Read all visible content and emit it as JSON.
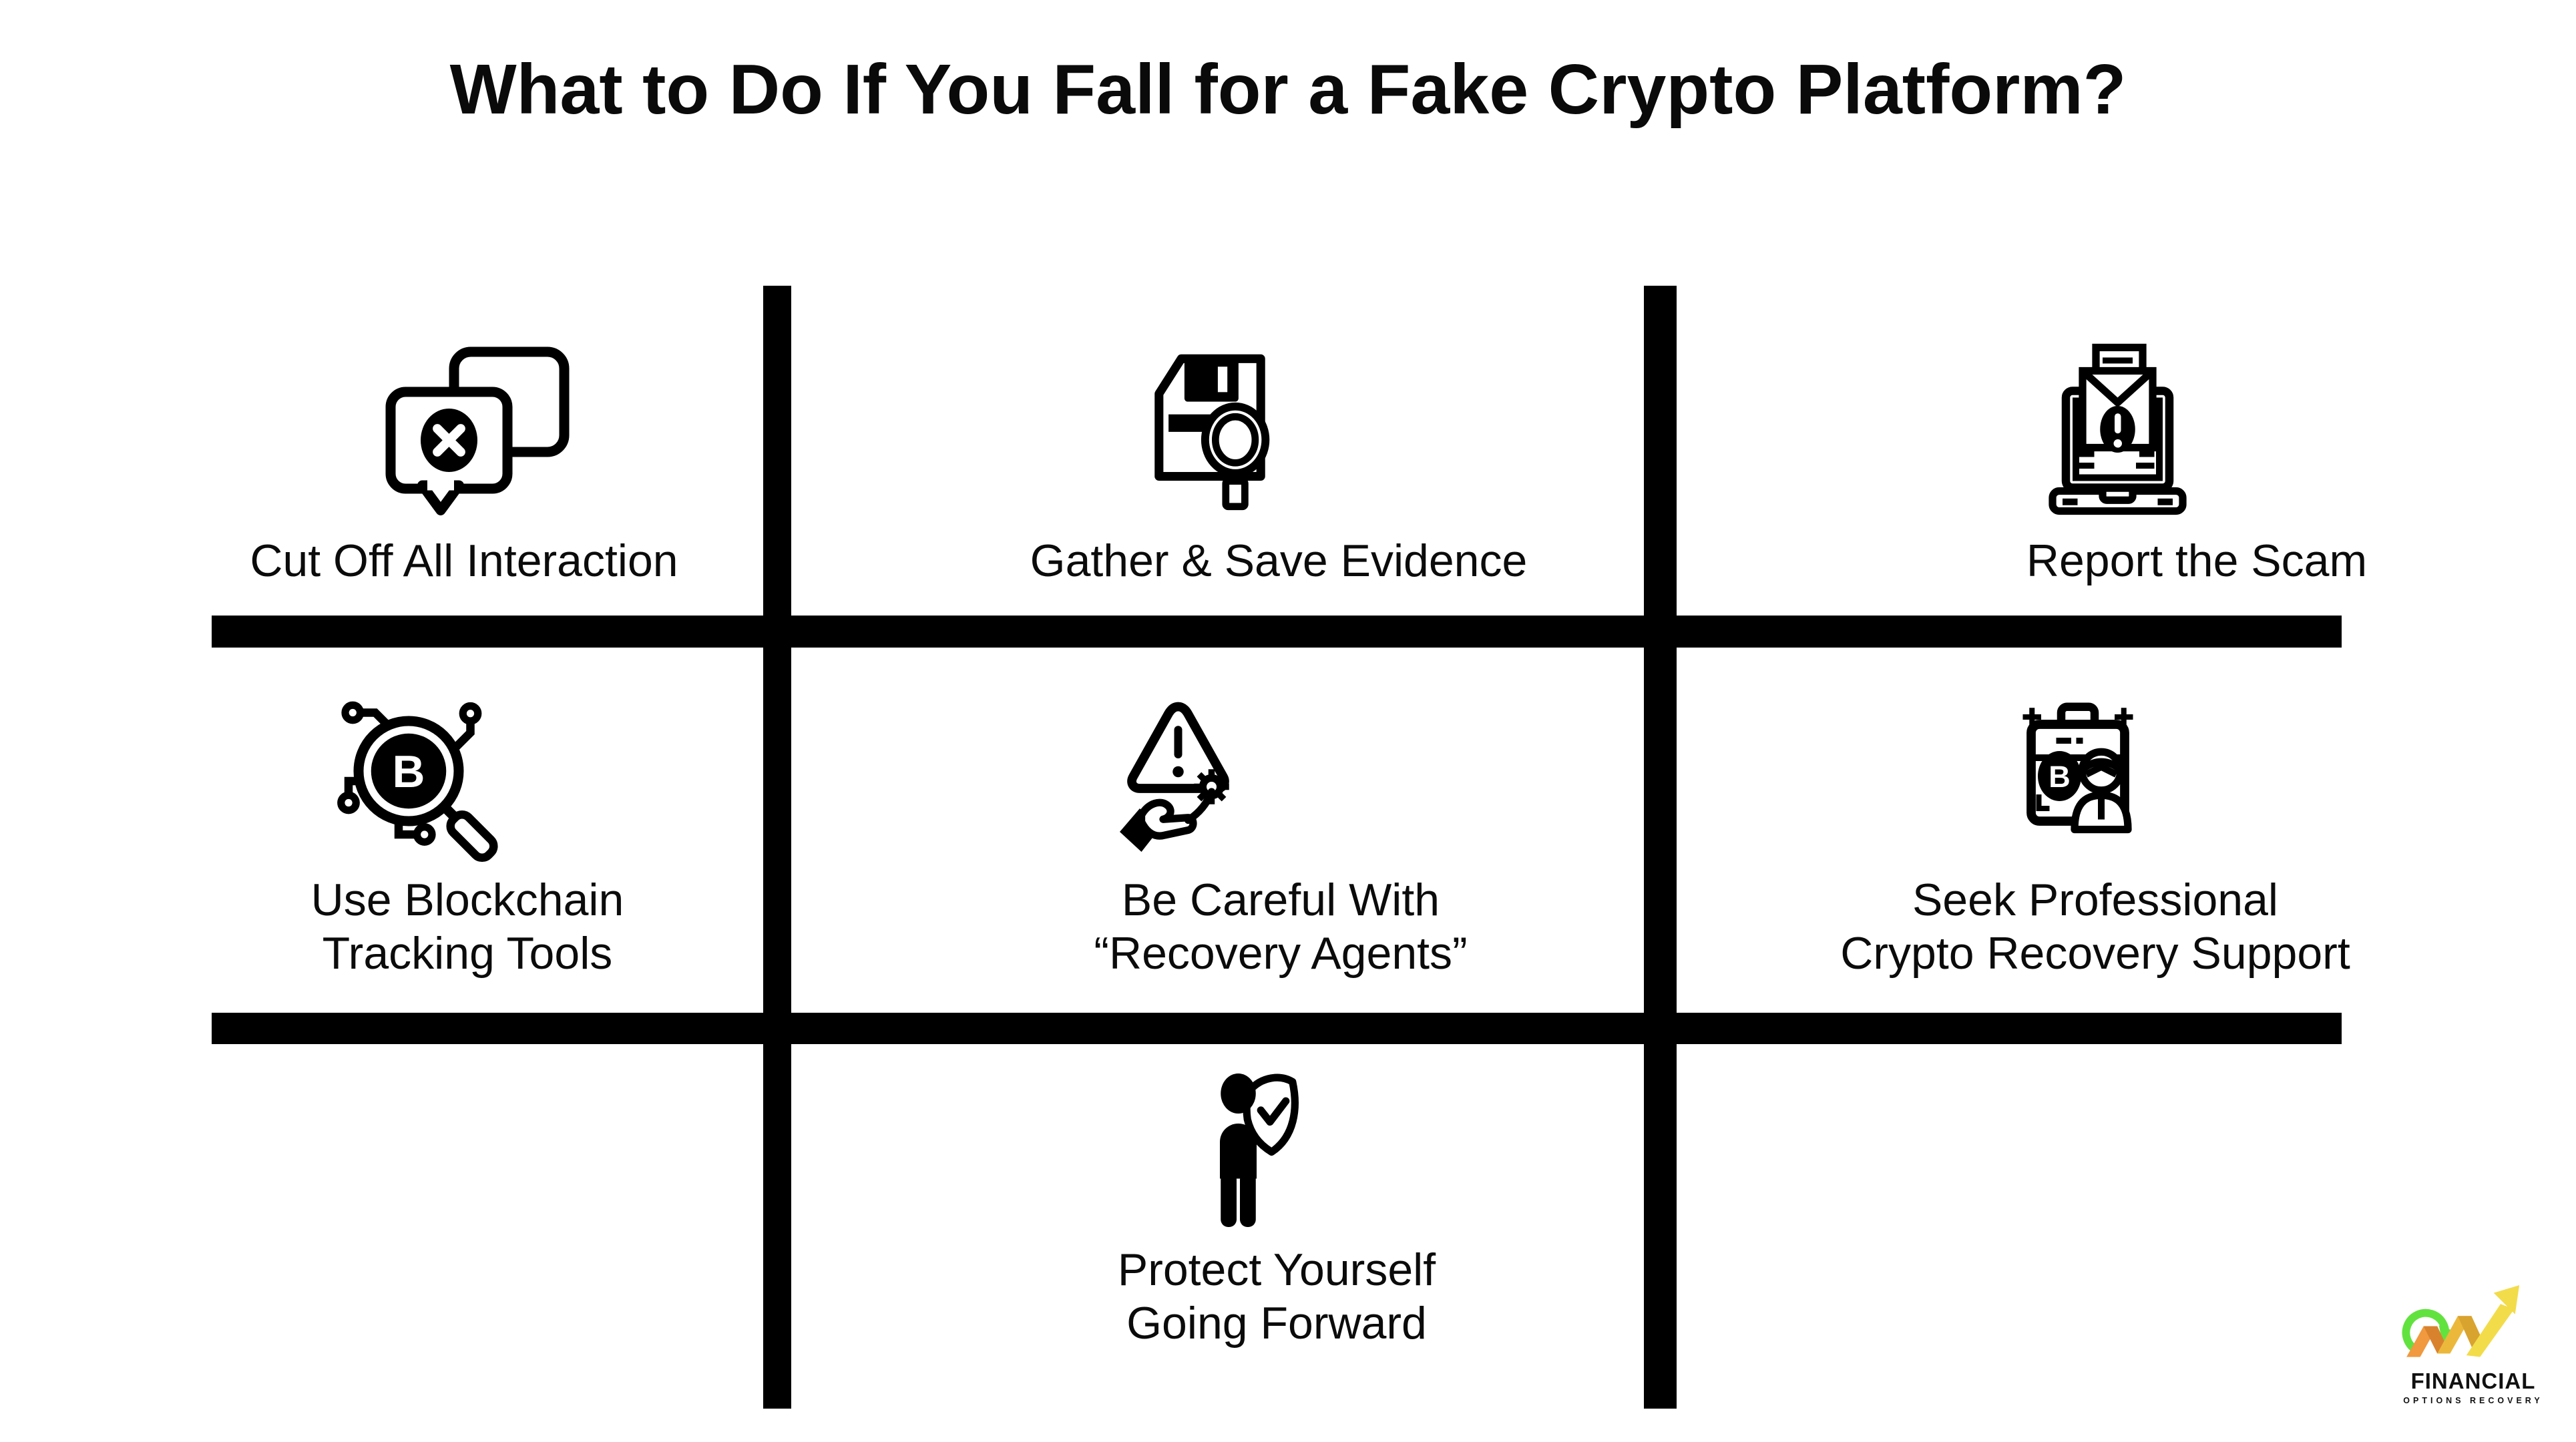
{
  "title": "What to Do If You Fall for a Fake Crypto Platform?",
  "cells": [
    {
      "icon": "blocked-chat-icon",
      "lines": [
        "Cut Off All Interaction"
      ]
    },
    {
      "icon": "floppy-search-icon",
      "lines": [
        "Gather & Save Evidence"
      ]
    },
    {
      "icon": "laptop-alert-mail-icon",
      "lines": [
        "Report the Scam"
      ]
    },
    {
      "icon": "bitcoin-tracking-icon",
      "lines": [
        "Use Blockchain",
        "Tracking Tools"
      ]
    },
    {
      "icon": "warning-hand-icon",
      "lines": [
        "Be Careful With",
        "“Recovery Agents”"
      ]
    },
    {
      "icon": "crypto-support-case-icon",
      "lines": [
        "Seek Professional",
        "Crypto Recovery Support"
      ]
    },
    {
      "icon": "person-shield-icon",
      "lines": [
        "Protect Yourself",
        "Going Forward"
      ]
    }
  ],
  "bitcoin_symbol": "B",
  "logo": {
    "line1": "FINANCIAL",
    "line2": "OPTIONS RECOVERY"
  },
  "colors": {
    "ink": "#000000",
    "background": "#ffffff",
    "logo_orange": "#F0993F",
    "logo_orange_dark": "#D9822E",
    "logo_gold": "#ECB83C",
    "logo_gold_dark": "#D9A32F",
    "logo_yellow": "#F2DC4A",
    "logo_green": "#62E23F"
  }
}
